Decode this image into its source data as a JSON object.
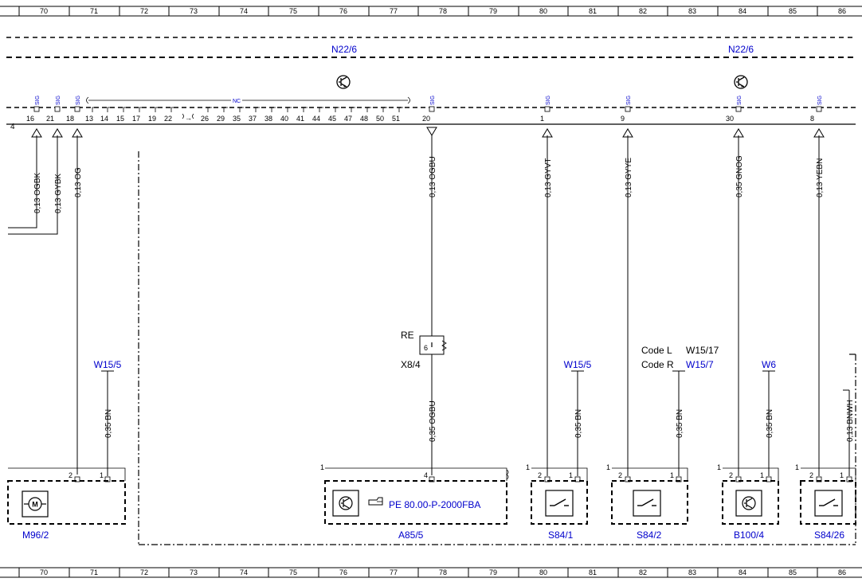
{
  "ruler": {
    "columns": [
      "70",
      "71",
      "72",
      "73",
      "74",
      "75",
      "76",
      "77",
      "78",
      "79",
      "80",
      "81",
      "82",
      "83",
      "84",
      "85",
      "86"
    ]
  },
  "control_unit": {
    "name_left": "N22/6",
    "name_right": "N22/6",
    "connector_pin": "4",
    "nc_label": "NC",
    "sig_label": "SIG",
    "nc_pins": [
      "13",
      "14",
      "15",
      "17",
      "19",
      "22",
      "26",
      "29",
      "35",
      "37",
      "38",
      "40",
      "41",
      "44",
      "45",
      "47",
      "48",
      "50",
      "51"
    ],
    "pins": [
      "16",
      "21",
      "18",
      "20",
      "1",
      "9",
      "30",
      "8"
    ]
  },
  "wires": [
    {
      "label": "0,13 OGBK"
    },
    {
      "label": "0,13 GYBK"
    },
    {
      "label": "0,13 OG"
    },
    {
      "label": "0,13 OGBU"
    },
    {
      "label": "0,13 GYVT"
    },
    {
      "label": "0,13 GYYE"
    },
    {
      "label": "0,35 GNOG"
    },
    {
      "label": "0,13 YEBN"
    }
  ],
  "ground_wires": [
    {
      "label": "0,35 BN",
      "ref": "W15/5"
    },
    {
      "label": "0,35 OGBU",
      "ref": ""
    },
    {
      "label": "0,35 BN",
      "ref": "W15/5"
    },
    {
      "label": "0,35 BN",
      "ref": "W15/7"
    },
    {
      "label": "0,35 BN",
      "ref": "W6"
    },
    {
      "label": "0,13 BNWH",
      "ref": ""
    }
  ],
  "ground_codes": {
    "code_l": "Code L",
    "code_l_ref": "W15/17",
    "code_r": "Code R"
  },
  "connector_x8": {
    "name": "X8/4",
    "prefix": "RE",
    "pin": "6"
  },
  "components": [
    {
      "name": "M96/2",
      "pins": [
        "2",
        "1"
      ]
    },
    {
      "name": "A85/5",
      "pins": [
        "1",
        "4"
      ],
      "note": "PE 80.00-P-2000FBA"
    },
    {
      "name": "S84/1",
      "pins": [
        "1",
        "2",
        "1"
      ]
    },
    {
      "name": "S84/2",
      "pins": [
        "1",
        "2",
        "1"
      ]
    },
    {
      "name": "B100/4",
      "pins": [
        "1",
        "2",
        "1"
      ]
    },
    {
      "name": "S84/26",
      "pins": [
        "1",
        "2",
        "1"
      ]
    }
  ],
  "icons": [
    "transistor-icon",
    "motor-icon",
    "switch-icon",
    "reference-hand-icon"
  ]
}
